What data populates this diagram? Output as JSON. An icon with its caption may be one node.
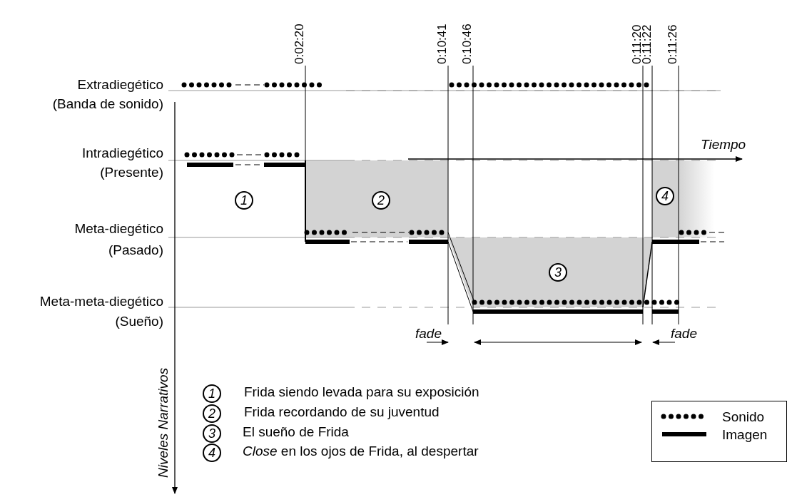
{
  "diagram": {
    "labels": [
      "0:02:20",
      "0:10:41",
      "0:10:46",
      "0:11:20",
      "0:11:22",
      "0:11:26",
      "Extradiegético",
      "(Banda de sonido)",
      "Intradiegético",
      "Tiempo",
      "(Presente)",
      "1",
      "2",
      "4",
      "Meta-diegético",
      "(Pasado)",
      "3",
      "Meta-meta-diegético",
      "(Sueño)",
      "fade",
      "fade",
      "Niveles Narrativos",
      "1",
      "Frida siendo levada para su exposición",
      "2",
      "Frida recordando de su juventud",
      "3",
      "El sueño de Frida",
      "4",
      "*Close* en los ojos de Frida, al despertar"
    ],
    "legend": [
      {
        "text": "Sonido"
      },
      {
        "text": "Imagen"
      }
    ]
  }
}
